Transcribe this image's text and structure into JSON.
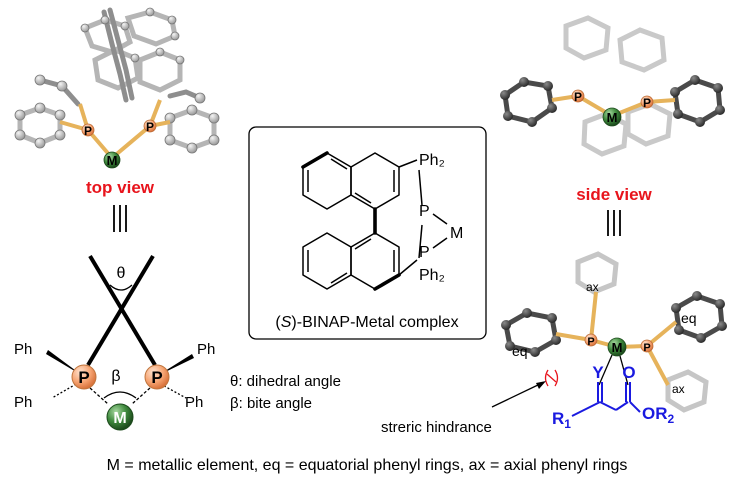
{
  "atoms": {
    "phosphorus": "P",
    "metal": "M",
    "ph": "Ph",
    "ph2": "Ph₂",
    "y": "Y",
    "o": "O",
    "r1": "R",
    "r1_sub": "1",
    "or2": "OR",
    "or2_sub": "2"
  },
  "views": {
    "top": "top view",
    "side": "side view"
  },
  "angles": {
    "theta": "θ",
    "beta": "β",
    "theta_desc": "θ: dihedral angle",
    "beta_desc": "β: bite angle"
  },
  "binap": {
    "caption_open": "(",
    "caption_italic": "S",
    "caption_rest": ")-BINAP-Metal complex"
  },
  "side_labels": {
    "eq": "eq",
    "ax": "ax",
    "hindrance": "streric hindrance"
  },
  "legend": "M = metallic element, eq = equatorial phenyl rings, ax = axial phenyl rings",
  "colors": {
    "red": "#e8141c",
    "blue": "#1a1ae0",
    "metal_green": "#2c6b2e",
    "p_orange": "#f6a472",
    "bond_gold": "#e6b35b"
  }
}
